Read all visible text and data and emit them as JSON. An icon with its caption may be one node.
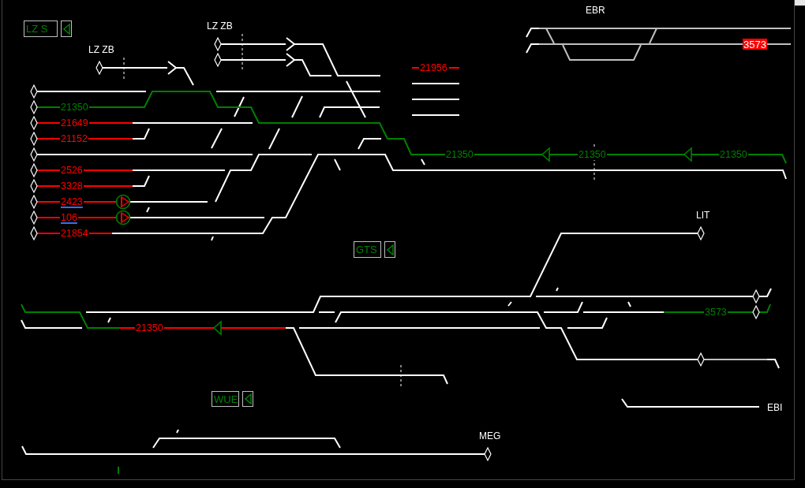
{
  "diagram": {
    "nodes": [
      {
        "text": [
          "LZ S"
        ]
      },
      {
        "text": [],
        "shape": "box"
      },
      {
        "text": [
          "3573"
        ]
      },
      {
        "text": [
          "GTS"
        ]
      },
      {
        "text": [],
        "shape": "box"
      },
      {
        "text": [
          "WUE"
        ]
      },
      {
        "text": [],
        "shape": "box"
      }
    ],
    "labels": [
      "EBR",
      "LZ ZB",
      "LZ ZB",
      "21956",
      "21350",
      "21649",
      "21152",
      "21350",
      "21350",
      "21350",
      "2526",
      "3328",
      "2423",
      "106",
      "LIT",
      "21854",
      "3573",
      "21350",
      "EBI",
      "MEG"
    ]
  }
}
